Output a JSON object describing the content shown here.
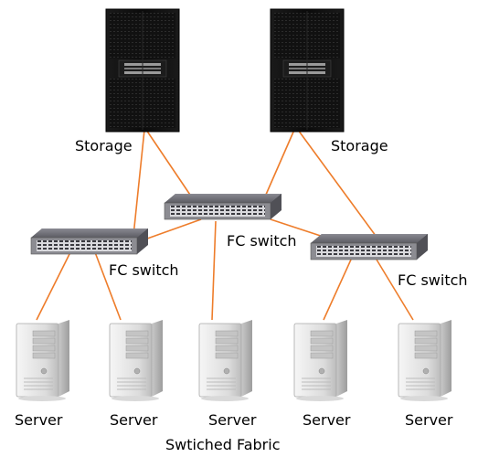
{
  "colors": {
    "link": "#ee7d2b",
    "rack_body": "#0d0d0d",
    "switch_body": "#6b6b72",
    "server_body": "#e8e8e8"
  },
  "icons": {
    "storage": "storage-rack-icon",
    "switch": "fc-switch-icon",
    "server": "server-tower-icon"
  },
  "labels": {
    "storage_left": "Storage",
    "storage_right": "Storage",
    "switch_left": "FC switch",
    "switch_center": "FC switch",
    "switch_right": "FC switch",
    "server_1": "Server",
    "server_2": "Server",
    "server_3": "Server",
    "server_4": "Server",
    "server_5": "Server",
    "caption": "Swtiched Fabric"
  }
}
